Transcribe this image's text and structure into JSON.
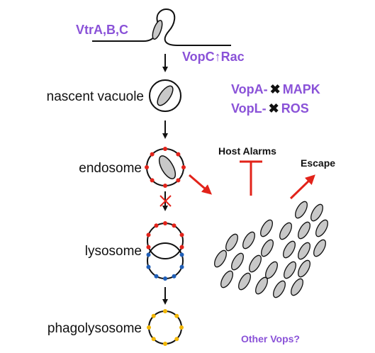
{
  "colors": {
    "vop": "#8a52d8",
    "red": "#e2231a",
    "blue": "#1f5fb8",
    "gold": "#f2b600",
    "black": "#111111",
    "bacterium_fill": "#c8c8c8"
  },
  "entry": {
    "regulators": "VtrA,B,C",
    "vopc": "VopC",
    "up_arrow": "↑",
    "rac": "Rac"
  },
  "stages": {
    "nascent": "nascent vacuole",
    "endosome": "endosome",
    "lysosome": "lysosome",
    "phagolysosome": "phagolysosome"
  },
  "effectors": {
    "vopa": "VopA-",
    "vopa_target": "MAPK",
    "vopl": "VopL-",
    "vopl_target": "ROS",
    "block_symbol": "✖"
  },
  "outcomes": {
    "host_alarms": "Host Alarms",
    "escape": "Escape",
    "other_vops": "Other Vops?"
  }
}
